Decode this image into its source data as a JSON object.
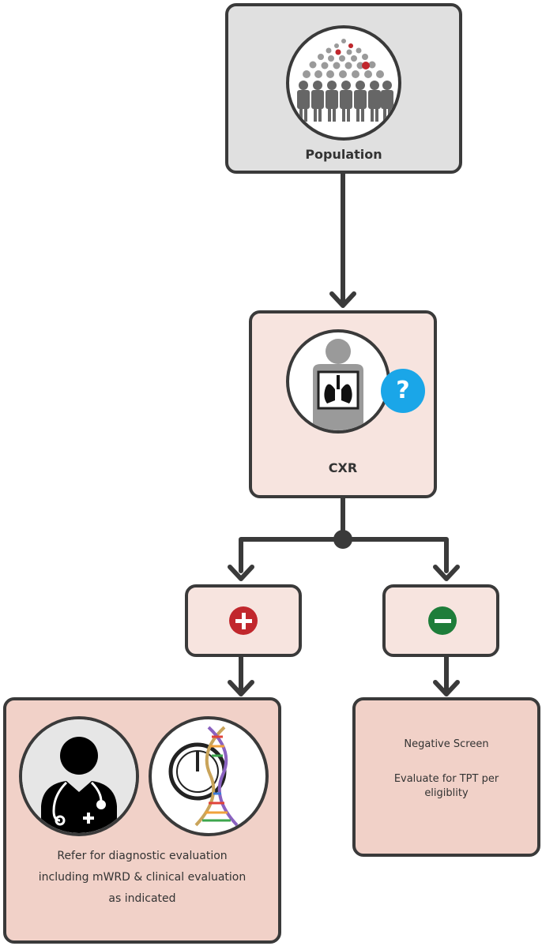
{
  "nodes": {
    "population": {
      "label": "Population",
      "icon": "population-crowd-icon"
    },
    "cxr": {
      "label": "CXR",
      "icon": "chest-xray-icon",
      "badge": "?"
    },
    "positive": {
      "icon": "plus-icon"
    },
    "negative": {
      "icon": "minus-icon"
    },
    "refer": {
      "icons": [
        "doctor-icon",
        "molecular-test-icon"
      ],
      "text_line1": "Refer for diagnostic evaluation",
      "text_line2": "including mWRD & clinical evaluation",
      "text_line3": "as indicated"
    },
    "negative_screen": {
      "title": "Negative Screen",
      "text_line1": "Evaluate for TPT per",
      "text_line2": "eligiblity"
    }
  },
  "colors": {
    "positive": "#c1272d",
    "negative": "#1e7d3a",
    "question": "#1aa6e8",
    "connector": "#3a3a3a"
  }
}
